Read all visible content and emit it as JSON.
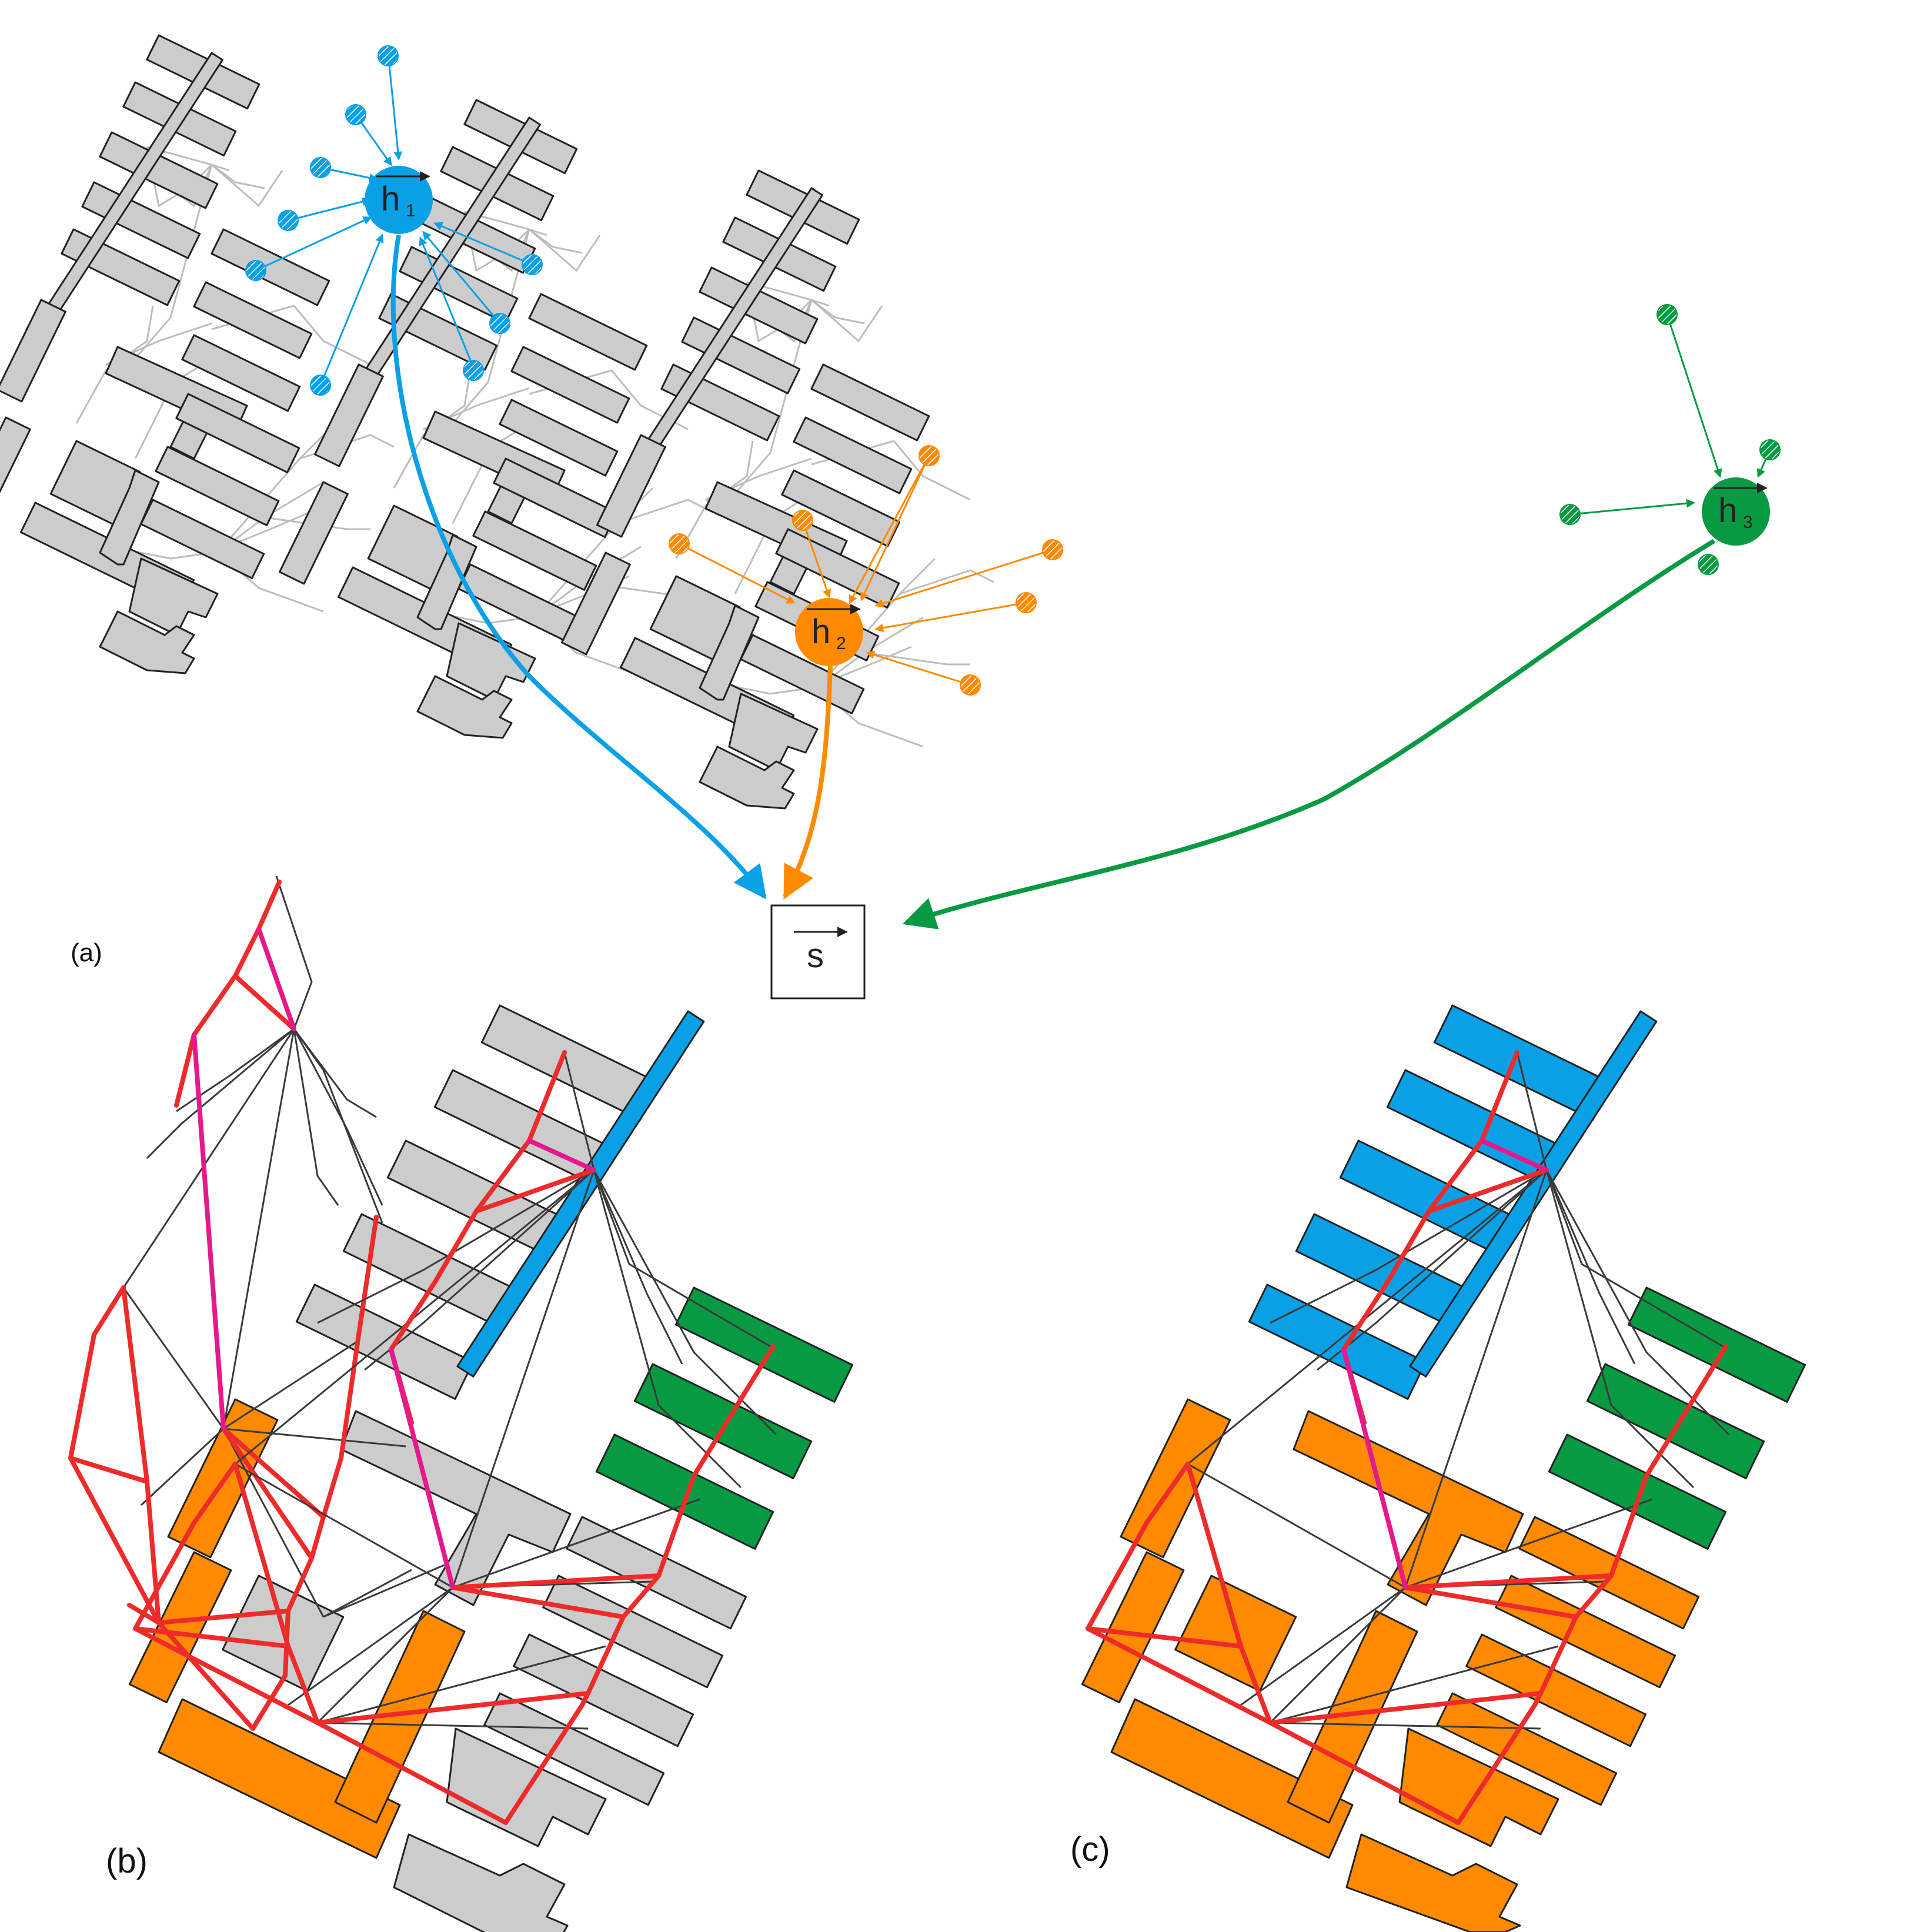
{
  "panel_labels": {
    "a": "(a)",
    "b": "(b)",
    "c": "(c)"
  },
  "node_labels": {
    "h1": {
      "main": "h",
      "sub": "1"
    },
    "h2": {
      "main": "h",
      "sub": "2"
    },
    "h3": {
      "main": "h",
      "sub": "3"
    },
    "s": "s"
  },
  "colors": {
    "blue": "#0aa0e6",
    "orange": "#ff8a00",
    "green": "#089a43",
    "gray_building": "#cccccc",
    "red_route": "#ee2b2b",
    "pink_route": "#e6198c"
  },
  "legend": []
}
